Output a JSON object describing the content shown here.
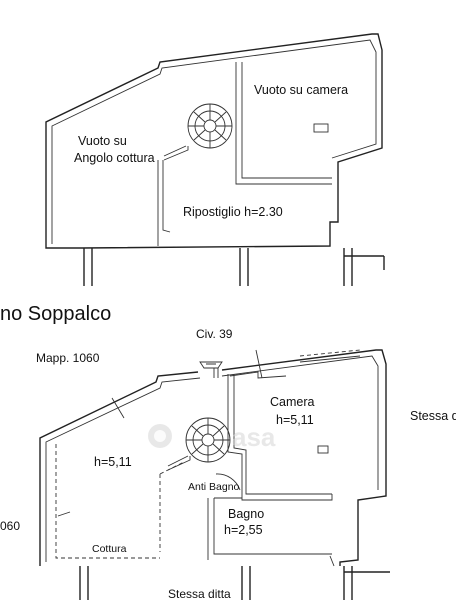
{
  "labels": {
    "vuoto_camera": "Vuoto su camera",
    "vuoto_su": "Vuoto su",
    "angolo_cottura": "Angolo cottura",
    "ripostiglio": "Ripostiglio h=2.30",
    "section_title": "no Soppalco",
    "civ": "Civ. 39",
    "mapp": "Mapp. 1060",
    "camera": "Camera",
    "camera_h": "h=5,11",
    "stessa_right": "Stessa d",
    "living_h": "h=5,11",
    "anti_bagno": "Anti Bagno",
    "bagno": "Bagno",
    "bagno_h": "h=2,55",
    "cottura": "Cottura",
    "left_060": "060",
    "stessa_ditta": "Stessa ditta"
  },
  "watermark": {
    "text": "asa"
  },
  "colors": {
    "line": "#222222",
    "background": "#ffffff",
    "watermark": "#d6d6d6"
  }
}
